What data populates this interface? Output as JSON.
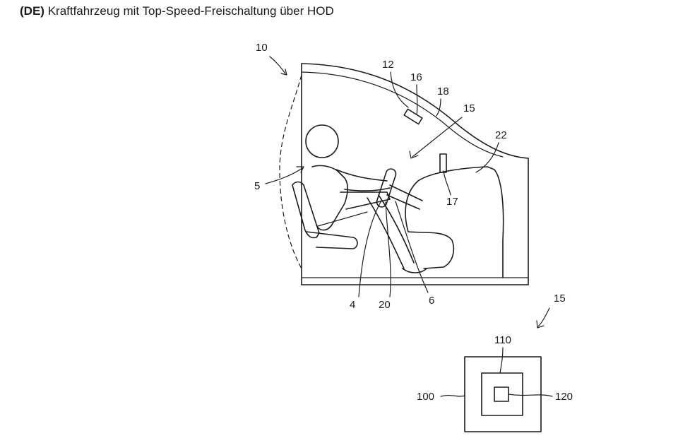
{
  "header": {
    "code": "(DE)",
    "title": "Kraftfahrzeug mit Top-Speed-Freischaltung über HOD"
  },
  "figure": {
    "labels": {
      "vehicle": "10",
      "driver": "5",
      "camera": "12",
      "sensor": "16",
      "windshield": "18",
      "system": "15",
      "dashboard": "22",
      "display": "17",
      "hands": "4",
      "wheel_sensor": "20",
      "steering_wheel": "6"
    },
    "block_diagram": {
      "system": "15",
      "outer": "100",
      "middle": "110",
      "inner": "120"
    }
  }
}
